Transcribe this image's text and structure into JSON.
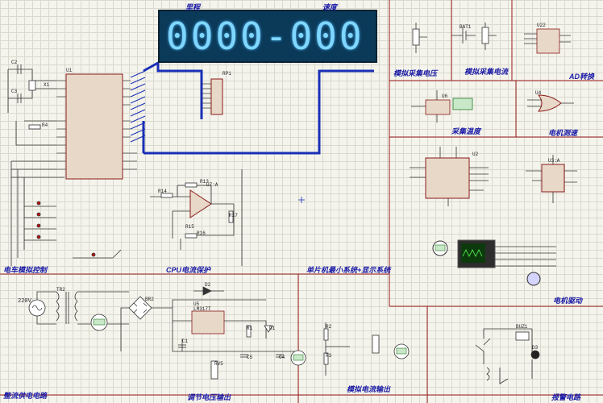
{
  "display": {
    "value": "0000-000",
    "label_left": "里程",
    "label_right": "速度"
  },
  "section_titles": {
    "ev_sim": "电车模拟控制",
    "cpu_protect": "CPU电流保护",
    "mcu_system": "单片机最小系统+显示系统",
    "dc_supply": "整流供电电路",
    "reg_output": "调节电压输出",
    "analog_current_out": "模拟电流输出",
    "alarm": "报警电路",
    "motor_drive": "电机驱动",
    "motor_speed": "电机测速",
    "temp_sample": "采集温度",
    "adc": "AD转换",
    "v_sample": "模拟采集电压",
    "i_sample": "模拟采集电流"
  },
  "components": {
    "u1": "U1",
    "c2": "C2",
    "c3": "C3",
    "x1": "X1",
    "r4": "R4",
    "rp1": "RP1",
    "u7a": "U7:A",
    "r13": "R13",
    "r14": "R14",
    "r15": "R15",
    "r16": "R16",
    "r17": "R17",
    "bat1": "BAT1",
    "u22": "U22",
    "u6": "U6",
    "u4": "U4",
    "u2": "U2",
    "u3a": "U3:A",
    "tr2": "TR2",
    "br2": "BR2",
    "d2": "D2",
    "u5": "U5",
    "c1": "C1",
    "rv5": "RV5",
    "r1": "R1",
    "d1": "D1",
    "c5": "C5",
    "c4": "C4",
    "r2": "R2",
    "r3": "R3",
    "buz1": "BUZ1",
    "d3": "D3",
    "v220": "220V",
    "u6_val": "LM317T"
  }
}
